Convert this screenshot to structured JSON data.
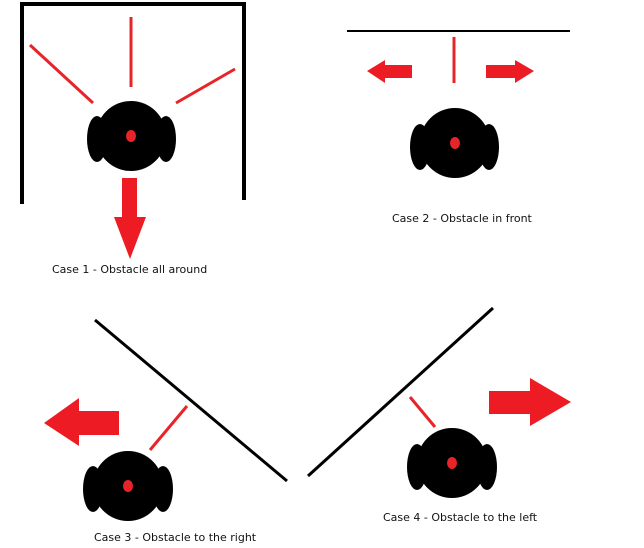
{
  "colors": {
    "wall": "#000000",
    "sensor_ray": "#e8242b",
    "arrow": "#ed1c24",
    "robot_body": "#000000",
    "robot_center": "#e8242b"
  },
  "cases": [
    {
      "caption": "Case 1 - Obstacle all around",
      "motion": "backward"
    },
    {
      "caption": "Case 2 - Obstacle in front",
      "motion": "left-or-right"
    },
    {
      "caption": "Case 3 - Obstacle to the right",
      "motion": "left"
    },
    {
      "caption": "Case 4 - Obstacle to the left",
      "motion": "right"
    }
  ]
}
